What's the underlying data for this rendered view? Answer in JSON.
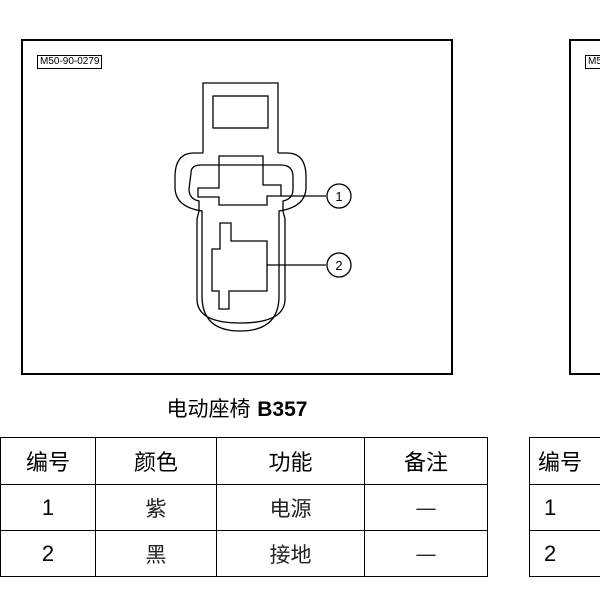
{
  "diagram_code": "M50-90-0279",
  "diagram_code_partial": "M5",
  "callouts": [
    "1",
    "2"
  ],
  "caption": {
    "name": "电动座椅",
    "code": "B357"
  },
  "table": {
    "headers": [
      "编号",
      "颜色",
      "功能",
      "备注"
    ],
    "rows": [
      {
        "num": "1",
        "color": "紫",
        "function": "电源",
        "note": "—"
      },
      {
        "num": "2",
        "color": "黑",
        "function": "接地",
        "note": "—"
      }
    ]
  },
  "table_partial": {
    "header": "编号",
    "rows": [
      "1",
      "2"
    ]
  }
}
